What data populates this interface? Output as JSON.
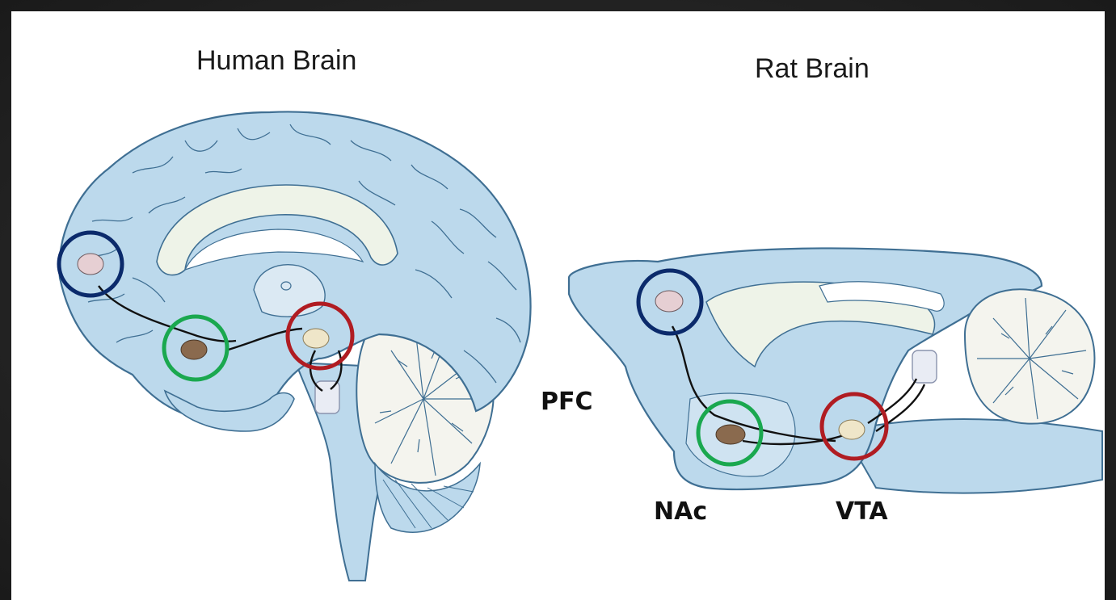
{
  "titles": {
    "human": "Human Brain",
    "rat": "Rat Brain"
  },
  "labels": {
    "pfc": "PFC",
    "nac": "NAc",
    "vta": "VTA"
  },
  "colors": {
    "brain_fill": "#bcd9ec",
    "brain_stroke": "#3f6f93",
    "inner_fill": "#eef3e8",
    "pfc_ring": "#0b2a6b",
    "nac_ring": "#1aa84f",
    "vta_ring": "#b01c22"
  }
}
